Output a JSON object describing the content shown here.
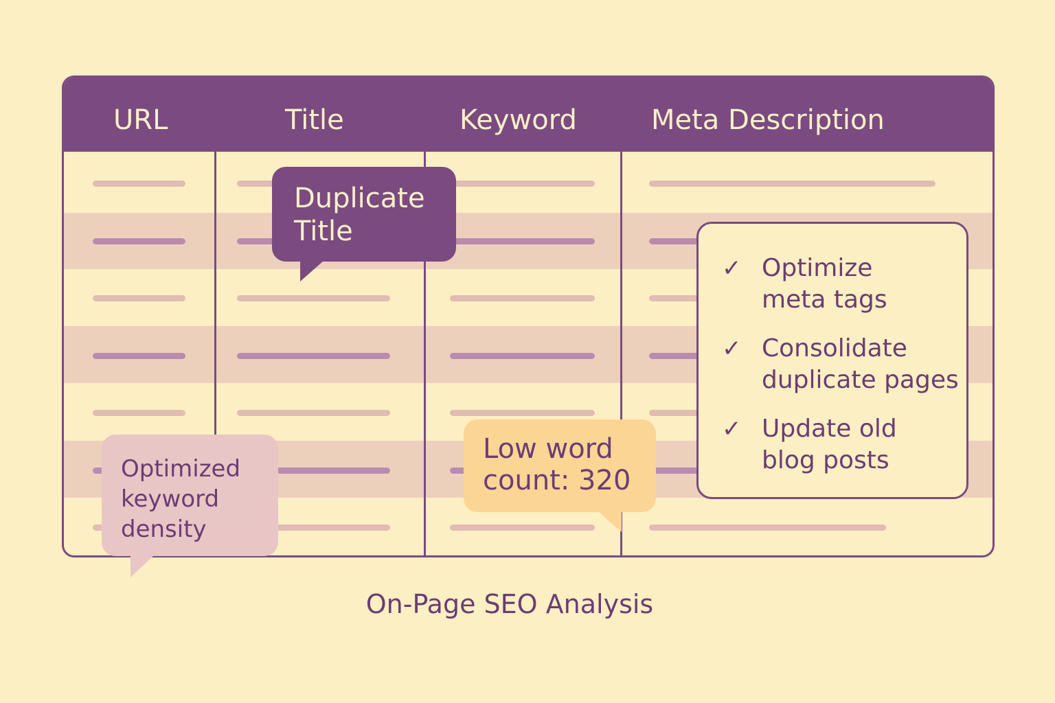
{
  "table": {
    "columns": [
      "URL",
      "Title",
      "Keyword",
      "Meta Description"
    ],
    "row_count": 7
  },
  "callouts": {
    "duplicate_title": [
      "Duplicate",
      "Title"
    ],
    "keyword_density": [
      "Optimized",
      "keyword",
      "density"
    ],
    "word_count": [
      "Low word",
      "count: 320"
    ]
  },
  "checklist": [
    {
      "icon": "check-icon",
      "lines": [
        "Optimize",
        "meta tags"
      ]
    },
    {
      "icon": "check-icon",
      "lines": [
        "Consolidate",
        "duplicate pages"
      ]
    },
    {
      "icon": "check-icon",
      "lines": [
        "Update old",
        "blog posts"
      ]
    }
  ],
  "caption": "On-Page SEO Analysis",
  "colors": {
    "background": "#fdefc4",
    "primary": "#7a4a80",
    "stripe": "#ecd0bc",
    "pink": "#e9c6c6",
    "orange": "#fbd594"
  }
}
